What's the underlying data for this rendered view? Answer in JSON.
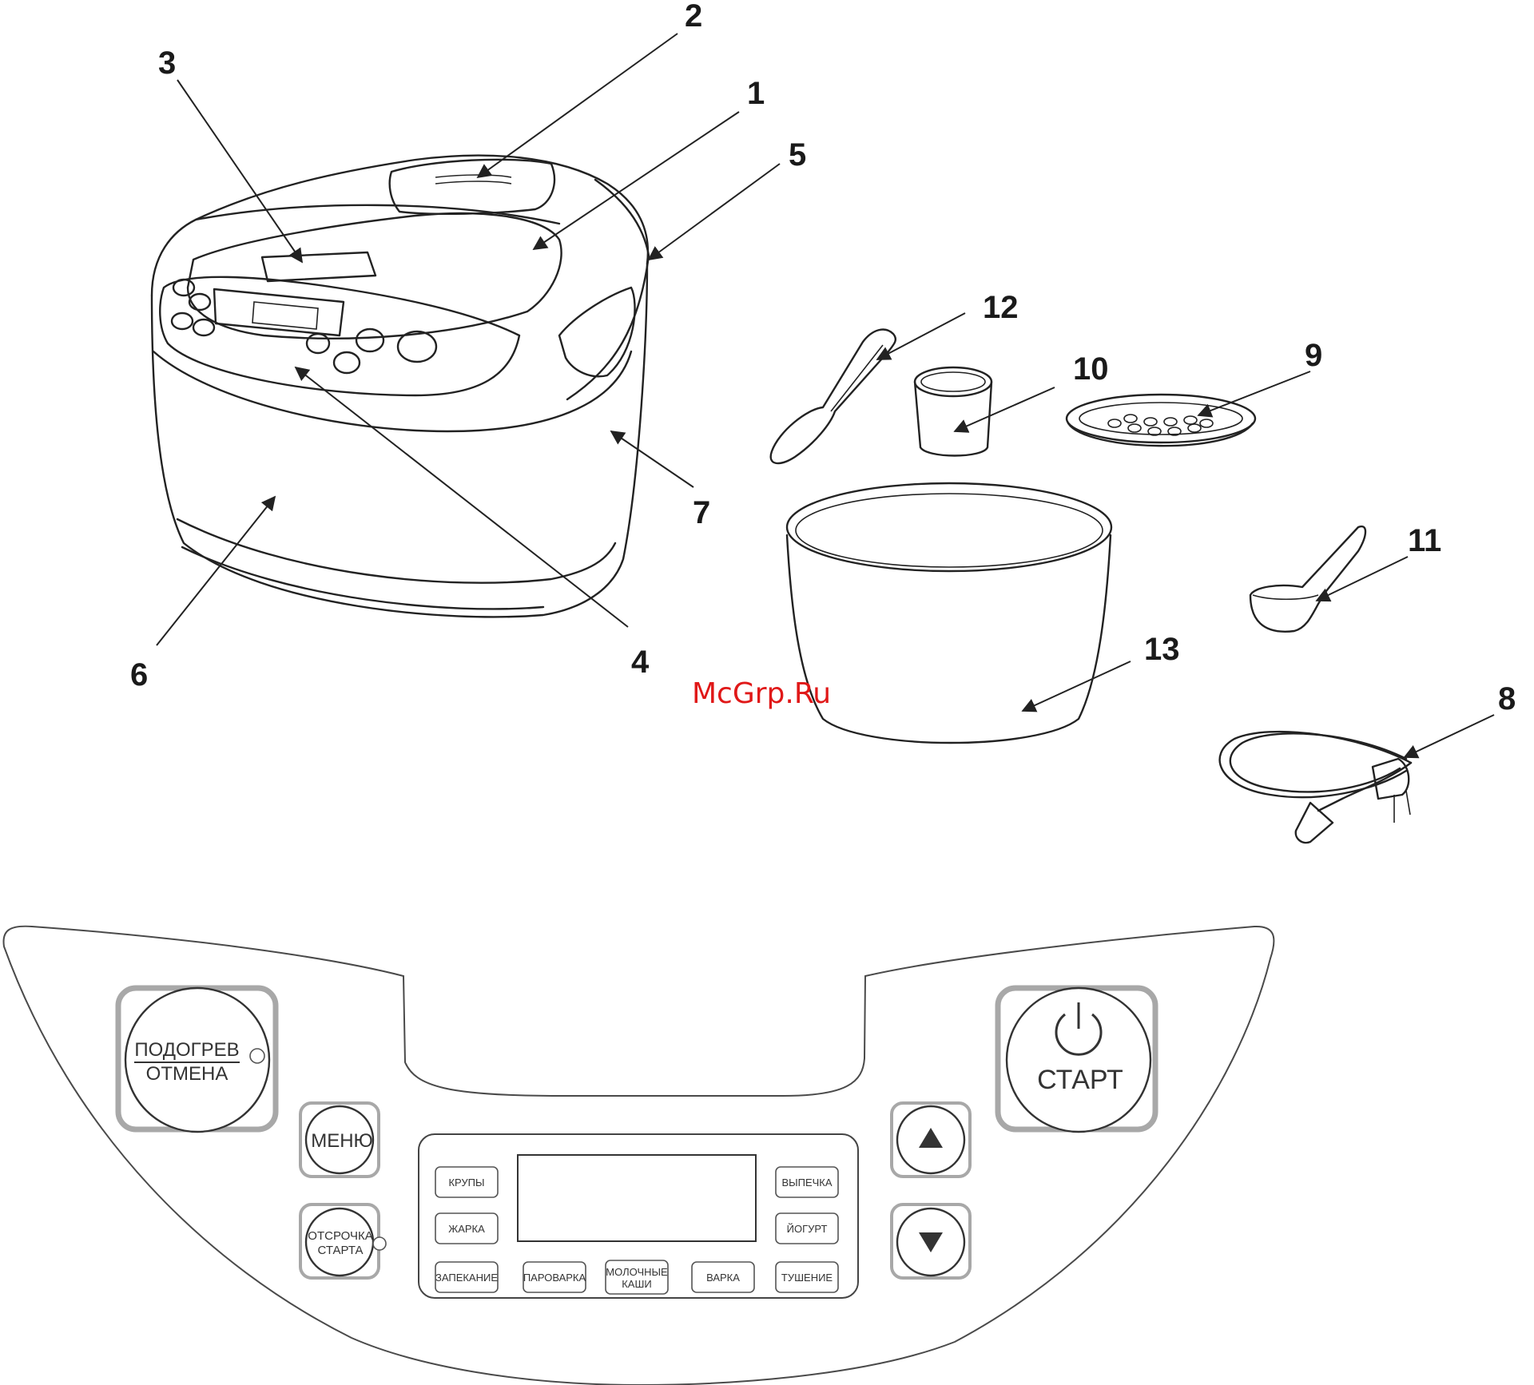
{
  "callouts": [
    "1",
    "2",
    "3",
    "4",
    "5",
    "6",
    "7",
    "8",
    "9",
    "10",
    "11",
    "12",
    "13"
  ],
  "watermark": "McGrp.Ru",
  "panel": {
    "keep_warm": {
      "line1": "ПОДОГРЕВ",
      "line2": "ОТМЕНА"
    },
    "menu": "МЕНЮ",
    "delay": {
      "line1": "ОТСРОЧКА",
      "line2": "СТАРТА"
    },
    "start": "СТАРТ",
    "power_icon": "power-icon",
    "up_icon": "triangle-up-icon",
    "down_icon": "triangle-down-icon",
    "modes": {
      "krupy": "КРУПЫ",
      "zharka": "ЖАРКА",
      "zapekanie": "ЗАПЕКАНИЕ",
      "parovarka": "ПАРОВАРКА",
      "molochnye_1": "МОЛОЧНЫЕ",
      "molochnye_2": "КАШИ",
      "varka": "ВАРКА",
      "vypechka": "ВЫПЕЧКА",
      "yogurt": "ЙОГУРТ",
      "tushenie": "ТУШЕНИЕ"
    }
  }
}
